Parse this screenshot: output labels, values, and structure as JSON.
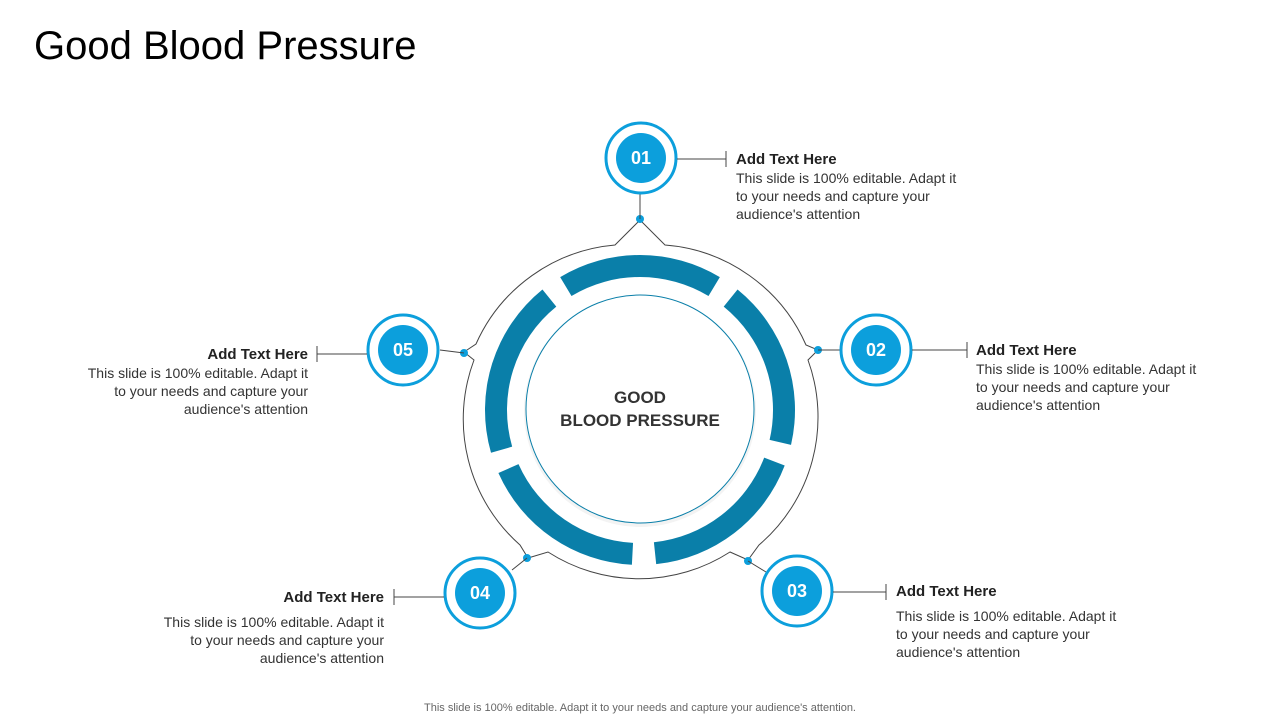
{
  "title": "Good Blood Pressure",
  "center": {
    "line1": "GOOD",
    "line2": "BLOOD PRESSURE"
  },
  "colors": {
    "primary": "#0c9fdc",
    "dark": "#0a7fa9",
    "line": "#444444"
  },
  "items": [
    {
      "number": "01",
      "heading": "Add Text Here",
      "body": "This slide is 100% editable. Adapt it to your needs and capture your audience's attention"
    },
    {
      "number": "02",
      "heading": "Add Text Here",
      "body": "This slide is 100% editable. Adapt it to your needs and capture your audience's attention"
    },
    {
      "number": "03",
      "heading": "Add Text Here",
      "body": "This slide is 100% editable. Adapt it to your needs and capture your audience's attention"
    },
    {
      "number": "04",
      "heading": "Add Text Here",
      "body": "This slide is 100% editable. Adapt it to your needs and capture your audience's attention"
    },
    {
      "number": "05",
      "heading": "Add Text Here",
      "body": "This slide is 100% editable. Adapt it to your needs and capture your audience's attention"
    }
  ],
  "footer": "This slide is 100% editable. Adapt it to your needs and capture your audience's attention."
}
